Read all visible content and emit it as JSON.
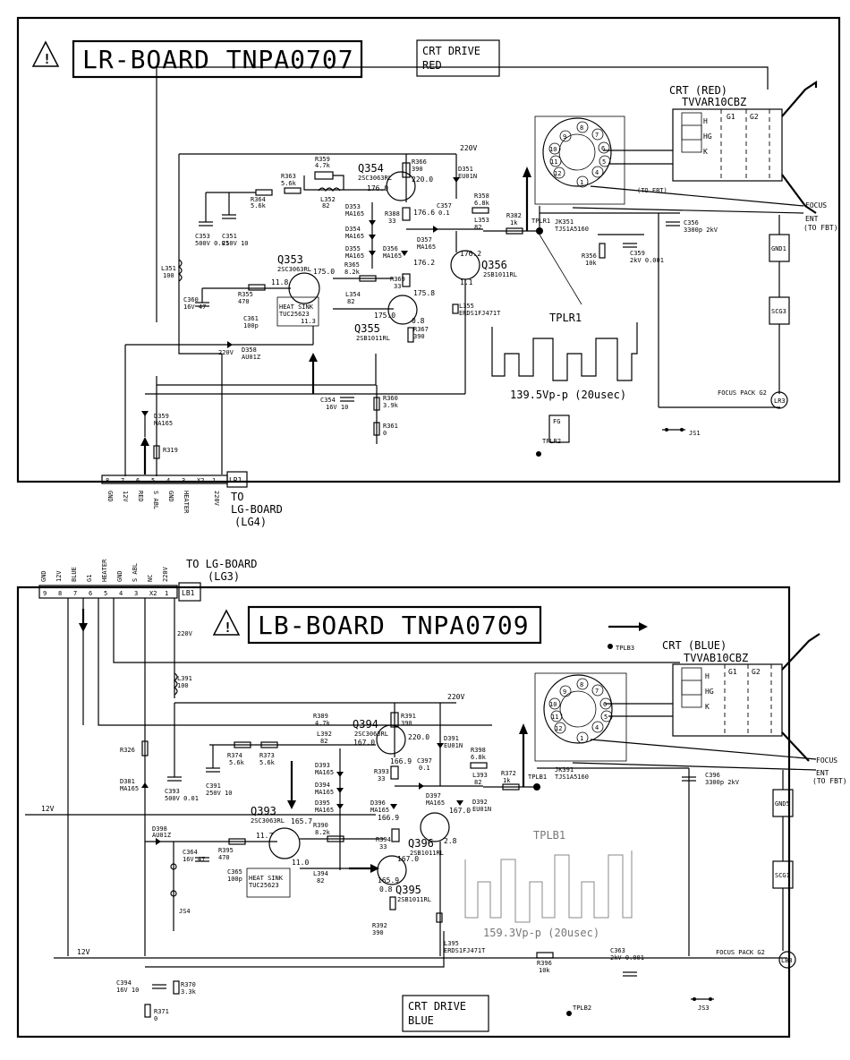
{
  "lr_board": {
    "title": "LR-BOARD TNPA0707",
    "drive_label_1": "CRT DRIVE",
    "drive_label_2": "RED",
    "crt_label": "CRT (RED)",
    "crt_part": "TVVAR10CBZ",
    "q354": "Q354",
    "q354_part": "2SC3063RL",
    "q353": "Q353",
    "q353_part": "2SC3063RL",
    "q355": "Q355",
    "q355_part": "2SB1011RL",
    "q356": "Q356",
    "q356_part": "2SB1011RL",
    "v_220_0": "220.0",
    "v_176_0": "176.0",
    "v_176_6": "176.6",
    "v_176_2a": "176.2",
    "v_176_2b": "176.2",
    "v_175_0a": "175.0",
    "v_175_0b": "175.0",
    "v_175_8": "175.8",
    "v_11_8": "11.8",
    "v_11_3": "11.3",
    "v_0_8": "0.8",
    "v_1_1": "1.1",
    "heat_sink": "HEAT SINK",
    "heat_sink_part": "TUC25623",
    "r366": "R366",
    "r366_v": "390",
    "r359": "R359",
    "r359_v": "4.7k",
    "r363": "R363",
    "r363_v": "5.6k",
    "r364": "R364",
    "r364_v": "5.6k",
    "l352": "L352",
    "l352_v": "82",
    "r388": "R388",
    "r388_v": "33",
    "c357": "C357",
    "c357_v": "0.1",
    "r358": "R358",
    "r358_v": "6.8k",
    "l353": "L353",
    "l353_v": "82",
    "r382": "R382",
    "r382_v": "1k",
    "d351": "D351",
    "d351_v": "EU01N",
    "d354": "D354",
    "d354_v": "MA165",
    "d353": "D353",
    "d353_v": "MA165",
    "d355": "D355",
    "d355_v": "MA165",
    "d356": "D356",
    "d356_v": "MA165",
    "d357": "D357",
    "d357_v": "MA165",
    "d358": "D358",
    "d358_v": "AU01Z",
    "d359": "D359",
    "d359_v": "MA165",
    "r365": "R365",
    "r365_v": "8.2k",
    "r369": "R369",
    "r369_v": "33",
    "l354": "L354",
    "l354_v": "82",
    "r355": "R355",
    "r355_v": "470",
    "c361": "C361",
    "c361_v": "100p",
    "c360": "C360",
    "c360_v": "16V 47",
    "c353": "C353",
    "c353_v": "500V 0.01",
    "c351": "C351",
    "c351_v": "250V 10",
    "l351": "L351",
    "l351_v": "100",
    "r367": "R367",
    "r367_v": "390",
    "l355": "L355",
    "l355_v": "ERDS1FJ471T",
    "c354": "C354",
    "c354_v": "16V 10",
    "r360": "R360",
    "r360_v": "3.9k",
    "r361": "R361",
    "r361_v": "0",
    "r319": "R319",
    "r356": "R356",
    "r356_v": "10k",
    "c359": "C359",
    "c359_v": "2kV 0.001",
    "c356": "C356",
    "c356_v": "3300p 2kV",
    "jk351": "JK351",
    "jk351_v": "TJS1A5160",
    "tplr1": "TPLR1",
    "tplr1_big": "TPLR1",
    "tplr2": "TPLR2",
    "waveform": "139.5Vp-p (20usec)",
    "to_fbt": "(TO FBT)",
    "focus": "FOCUS",
    "ent": "ENT",
    "ent_fbt": "(TO FBT)",
    "gnd1": "GND1",
    "scg3": "SCG3",
    "focus_pack": "FOCUS PACK G2",
    "lr3": "LR3",
    "fg": "FG",
    "js1": "JS1",
    "v220a": "220V",
    "v220b": "220V",
    "h": "H",
    "hg": "HG",
    "k": "K",
    "g1": "G1",
    "g2": "G2",
    "lr1": "LR1",
    "to": "TO",
    "to_board": "LG-BOARD",
    "lg4": "(LG4)",
    "conn_pins": [
      "8",
      "7",
      "6",
      "5",
      "4",
      "3",
      "X2",
      "1"
    ],
    "conn_names": [
      "GND",
      "12V",
      "RED",
      "S ABL",
      "GND",
      "HEATER",
      "",
      "220V"
    ]
  },
  "lb_board": {
    "title": "LB-BOARD TNPA0709",
    "drive_label_1": "CRT DRIVE",
    "drive_label_2": "BLUE",
    "crt_label": "CRT (BLUE)",
    "crt_part": "TVVAB10CBZ",
    "to_board": "TO LG-BOARD",
    "lg3": "(LG3)",
    "lb1": "LB1",
    "q394": "Q394",
    "q394_part": "2SC3063RL",
    "q393": "Q393",
    "q393_part": "2SC3063RL",
    "q395": "Q395",
    "q395_part": "2SB1011RL",
    "q396": "Q396",
    "q396_part": "2SB1011RL",
    "v_220_0": "220.0",
    "v_167_0": "167.0",
    "v_166_9a": "166.9",
    "v_166_9b": "166.9",
    "v_167_0b": "167.0",
    "v_165_7": "165.7",
    "v_165_9": "165.9",
    "v_11_7": "11.7",
    "v_11_0": "11.0",
    "v_0_8": "0.8",
    "v_2_8": "2.8",
    "v_167_x": "167.0",
    "heat_sink": "HEAT SINK",
    "heat_sink_part": "TUC25623",
    "r391": "R391",
    "r391_v": "390",
    "r389": "R389",
    "r389_v": "4.7k",
    "l392": "L392",
    "l392_v": "82",
    "r374": "R374",
    "r374_v": "5.6k",
    "r373": "R373",
    "r373_v": "5.6k",
    "r393": "R393",
    "r393_v": "33",
    "c397": "C397",
    "c397_v": "0.1",
    "r398": "R398",
    "r398_v": "6.8k",
    "l393": "L393",
    "l393_v": "82",
    "r372": "R372",
    "r372_v": "1k",
    "d391": "D391",
    "d391_v": "EU01N",
    "d392": "D392",
    "d392_v": "EU01N",
    "d393": "D393",
    "d393_v": "MA165",
    "d394": "D394",
    "d394_v": "MA165",
    "d395": "D395",
    "d395_v": "MA165",
    "d396": "D396",
    "d396_v": "MA165",
    "d397": "D397",
    "d397_v": "MA165",
    "d398": "D398",
    "d398_v": "AU01Z",
    "d381": "D381",
    "d381_v": "MA165",
    "r326": "R326",
    "r390": "R390",
    "r390_v": "8.2k",
    "r394": "R394",
    "r394_v": "33",
    "l394": "L394",
    "l394_v": "82",
    "r395": "R395",
    "r395_v": "470",
    "c365": "C365",
    "c365_v": "100p",
    "c364": "C364",
    "c364_v": "16V 47",
    "c393": "C393",
    "c393_v": "500V 0.01",
    "c391": "C391",
    "c391_v": "250V 10",
    "l391": "L391",
    "l391_v": "100",
    "r392": "R392",
    "r392_v": "390",
    "l395": "L395",
    "l395_v": "ERDS1FJ471T",
    "c394": "C394",
    "c394_v": "16V 10",
    "r370": "R370",
    "r370_v": "3.3k",
    "r371": "R371",
    "r371_v": "0",
    "r396": "R396",
    "r396_v": "10k",
    "c363": "C363",
    "c363_v": "2kV 0.001",
    "c396": "C396",
    "c396_v": "3300p 2kV",
    "jk391": "JK391",
    "jk391_v": "TJS1A5160",
    "tplb1": "TPLB1",
    "tplb1_big": "TPLB1",
    "tplb2": "TPLB2",
    "tplb3": "TPLB3",
    "waveform": "159.3Vp-p (20usec)",
    "focus": "FOCUS",
    "ent": "ENT",
    "ent_fbt": "(TO FBT)",
    "gnd5": "GND5",
    "scg1": "SCG1",
    "focus_pack": "FOCUS PACK G2",
    "lb3": "LB3",
    "js3": "JS3",
    "js4": "JS4",
    "v220a": "220V",
    "v220b": "220V",
    "v12a": "12V",
    "v12b": "12V",
    "h": "H",
    "hg": "HG",
    "k": "K",
    "g1": "G1",
    "g2": "G2",
    "conn_pins": [
      "9",
      "8",
      "7",
      "6",
      "5",
      "4",
      "3",
      "X2",
      "1"
    ],
    "conn_names": [
      "GND",
      "12V",
      "BLUE",
      "G1",
      "HEATER",
      "GND",
      "S ABL",
      "NC",
      "220V"
    ]
  }
}
